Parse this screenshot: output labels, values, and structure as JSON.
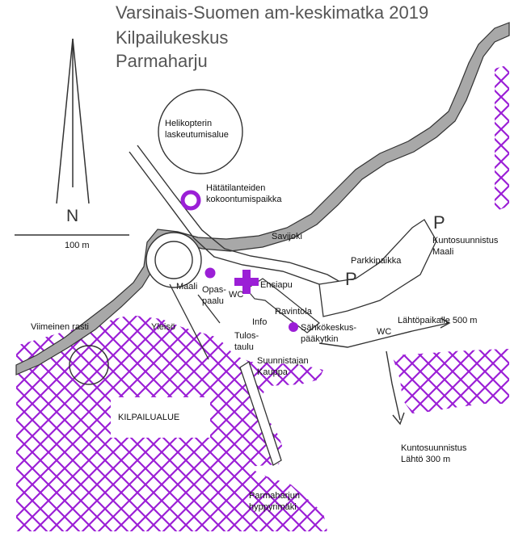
{
  "title": {
    "line1": "Varsinais-Suomen am-keskimatka 2019",
    "line2": "Kilpailukeskus",
    "line3": "Parmaharju"
  },
  "north": {
    "label": "N"
  },
  "scale": {
    "label": "100 m"
  },
  "colors": {
    "purple": "#9b1fd6",
    "river_fill": "#a8a8a8",
    "outline": "#333333"
  },
  "labels": {
    "helipad_l1": "Helikopterin",
    "helipad_l2": "laskeutumisalue",
    "assembly_l1": "Hätätilanteiden",
    "assembly_l2": "kokoontumispaikka",
    "river": "Savijoki",
    "parking_p_top": "P",
    "parking_p_lower": "P",
    "kunto_maali_l1": "Kuntosuunnistus",
    "kunto_maali_l2": "Maali",
    "parkkipaikka": "Parkkipaikka",
    "maali": "Maali",
    "opas_l1": "Opas-",
    "opas_l2": "paalu",
    "wc1": "WC",
    "ensiapu": "Ensiapu",
    "ravintola": "Ravintola",
    "info": "Info",
    "sahko_l1": "Sähkökeskus-",
    "sahko_l2": "pääkytkin",
    "wc2": "WC",
    "lahtopaikalle": "Lähtöpaikalle 500 m",
    "viimeinen": "Viimeinen rasti",
    "yleiso": "Yleisö",
    "tulos_l1": "Tulos-",
    "tulos_l2": "taulu",
    "suunn_l1": "Suunnistajan",
    "suunn_l2": "Kauppa",
    "kilpailualue": "KILPAILUALUE",
    "kunto_lahto_l1": "Kuntosuunnistus",
    "kunto_lahto_l2": "Lähtö 300 m",
    "hyppyri_l1": "Parmaharjun",
    "hyppyri_l2": "hyppyrimäki"
  }
}
